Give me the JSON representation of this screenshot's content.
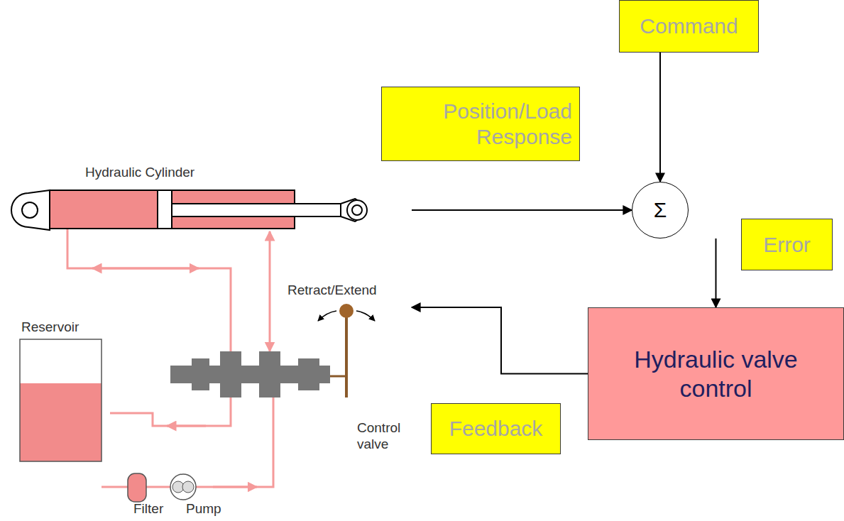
{
  "diagram": {
    "nodes": [
      {
        "text": [
          "Command"
        ]
      },
      {
        "text": [
          "Position/Load Response"
        ]
      },
      {
        "text": [
          "Hydraulic Cylinder"
        ]
      },
      {
        "text": [
          "Σ"
        ]
      },
      {
        "text": [
          "Error"
        ]
      },
      {
        "text": [
          "Retract/Extend"
        ]
      },
      {
        "text": [
          "Hydraulic valve control"
        ]
      },
      {
        "text": [
          "Feedback"
        ]
      }
    ],
    "edges": [
      {
        "from": 0,
        "to": 3,
        "arrow": "to"
      },
      {
        "from": 2,
        "to": 3,
        "arrow": "to"
      },
      {
        "from": 3,
        "to": 6,
        "arrow": "to"
      },
      {
        "from": 6,
        "to": 5,
        "arrow": "to"
      }
    ],
    "labels": [
      "Reservoir",
      "Control valve",
      "Filter",
      "Pump"
    ]
  }
}
